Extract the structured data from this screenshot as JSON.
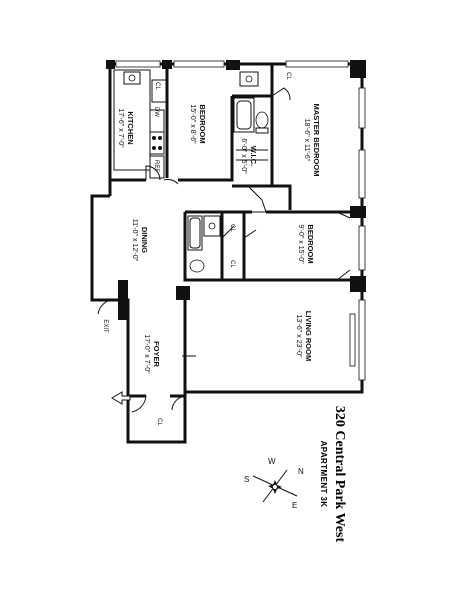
{
  "building": {
    "title": "320 Central Park West",
    "apartment": "APARTMENT 3K"
  },
  "rooms": {
    "kitchen": {
      "name": "KITCHEN",
      "size": "17'-6\" x 7'-0\""
    },
    "bedroom1": {
      "name": "BEDROOM",
      "size": "15'-0\" x 8'-6\""
    },
    "wic": {
      "name": "W.I.C.",
      "size": "6'-0\" x 5'-0\""
    },
    "master": {
      "name": "MASTER BEDROOM",
      "size": "18'-6\" x 11'-6\""
    },
    "dining": {
      "name": "DINING",
      "size": "11'-0\" x 12'-0\""
    },
    "bedroom2": {
      "name": "BEDROOM",
      "size": "9'-0\" x 15'-0\""
    },
    "living": {
      "name": "LIVING ROOM",
      "size": "13'-6\" x 23'-0\""
    },
    "foyer": {
      "name": "FOYER",
      "size": "17'-0\" x 7'-0\""
    }
  },
  "fixtures": {
    "closet": "CL",
    "dw": "DW",
    "ref": "REF",
    "exit": "EXIT"
  },
  "compass": {
    "n": "N",
    "s": "S",
    "e": "E",
    "w": "W"
  }
}
